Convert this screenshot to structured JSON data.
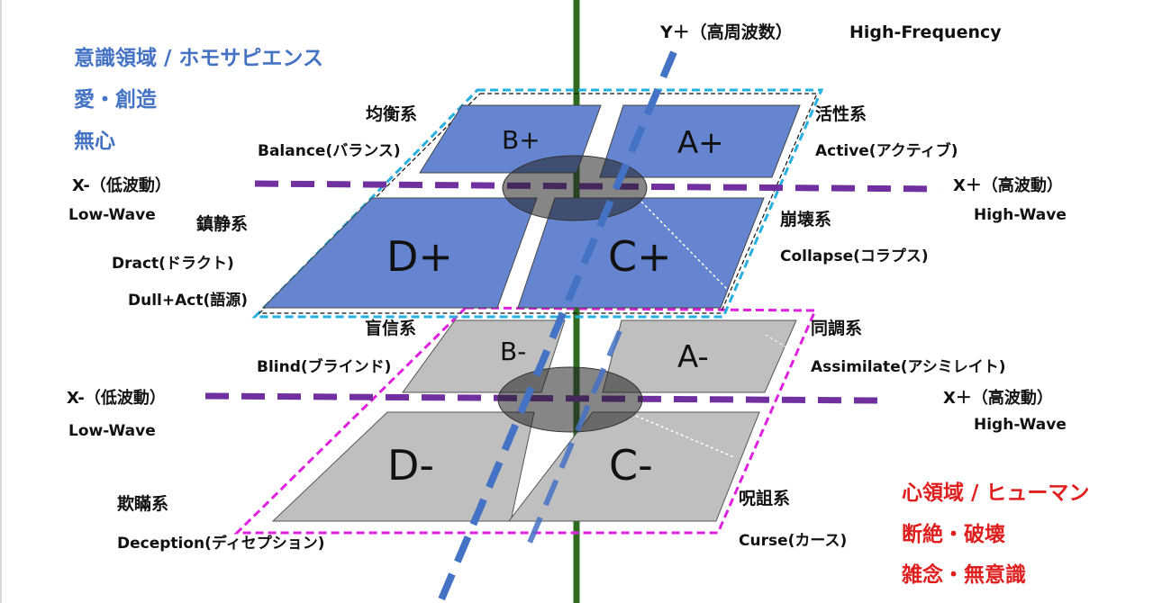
{
  "top_left": {
    "line1": "意識領域 / ホモサピエンス",
    "line2": "愛・創造",
    "line3": "無心"
  },
  "bottom_right": {
    "line1": "心領域 / ヒューマン",
    "line2": "断絶・破壊",
    "line3": "雑念・無意識"
  },
  "y_axis": {
    "label": "Y＋（高周波数）",
    "english": "High-Frequency"
  },
  "upper": {
    "x_minus": "X-（低波動）",
    "x_minus_en": "Low-Wave",
    "x_plus": "X＋（高波動）",
    "x_plus_en": "High-Wave",
    "quadrants": {
      "b": "B+",
      "a": "A+",
      "d": "D+",
      "c": "C+"
    },
    "balance_jp": "均衡系",
    "balance_en": "Balance(バランス)",
    "active_jp": "活性系",
    "active_en": "Active(アクティブ)",
    "dract_jp": "鎮静系",
    "dract_en": "Dract(ドラクト)",
    "dract_note": "Dull+Act(語源)",
    "collapse_jp": "崩壊系",
    "collapse_en": "Collapse(コラプス)"
  },
  "lower": {
    "x_minus": "X-（低波動）",
    "x_minus_en": "Low-Wave",
    "x_plus": "X＋（高波動）",
    "x_plus_en": "High-Wave",
    "quadrants": {
      "b": "B-",
      "a": "A-",
      "d": "D-",
      "c": "C-"
    },
    "blind_jp": "盲信系",
    "blind_en": "Blind(ブラインド)",
    "assimilate_jp": "同調系",
    "assimilate_en": "Assimilate(アシミレイト)",
    "deception_jp": "欺瞞系",
    "deception_en": "Deception(ディセプション)",
    "curse_jp": "呪詛系",
    "curse_en": "Curse(カース)"
  },
  "colors": {
    "upper_fill": "#6585d0",
    "lower_fill": "#bfbfbf",
    "upper_border": "#25b0e0",
    "lower_border": "#e020e0",
    "x_axis": "#7030a0",
    "y_axis": "#4472c4",
    "z_axis": "#2e6b1f",
    "blue_text": "#4472c4",
    "red_text": "#e01e1e"
  }
}
